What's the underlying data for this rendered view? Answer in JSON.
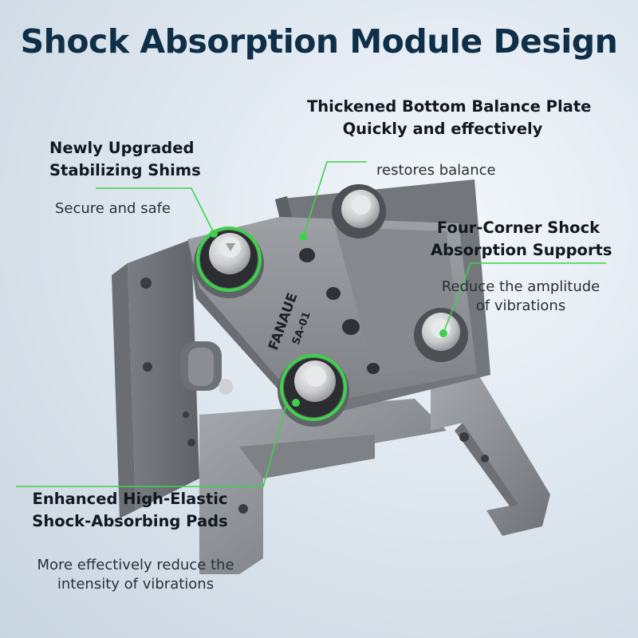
{
  "title": "Shock Absorption Module Design",
  "features": {
    "shims": {
      "title": [
        "Newly Upgraded",
        "Stabilizing Shims"
      ],
      "desc": [
        "Secure and safe"
      ]
    },
    "plate": {
      "title": [
        "Thickened Bottom Balance Plate",
        "Quickly and effectively"
      ],
      "desc": [
        "restores balance"
      ]
    },
    "supports": {
      "title": [
        "Four-Corner Shock",
        "Absorption Supports"
      ],
      "desc": [
        "Reduce the amplitude",
        "of vibrations"
      ]
    },
    "pads": {
      "title": [
        "Enhanced High-Elastic",
        "Shock-Absorbing Pads"
      ],
      "desc": [
        "More effectively reduce the",
        "intensity of vibrations"
      ]
    }
  },
  "product": {
    "brand": "FANAUE",
    "model": "SA-01"
  },
  "colors": {
    "accent": "#3fd14a",
    "title": "#0e2f47",
    "metal": "#8a8e93"
  }
}
